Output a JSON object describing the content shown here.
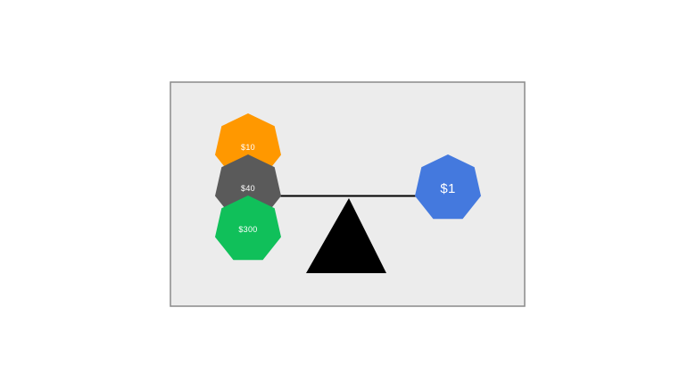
{
  "figure": {
    "type": "balance-scale-diagram",
    "colors": {
      "page_bg": "#FFFFFF",
      "canvas_bg": "#ECECEC",
      "canvas_border": "#8A8A8A",
      "beam": "#000000",
      "fulcrum": "#000000",
      "label_text": "#FFFFFF"
    },
    "left_pan_weights": [
      {
        "label": "$10",
        "color": "#FF9800"
      },
      {
        "label": "$40",
        "color": "#5A5A5A"
      },
      {
        "label": "$300",
        "color": "#10C05A"
      }
    ],
    "right_pan_weights": [
      {
        "label": "$1",
        "color": "#4479DE"
      }
    ]
  }
}
